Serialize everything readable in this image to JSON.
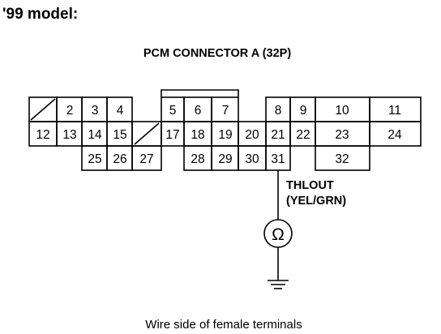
{
  "heading": "'99 model:",
  "connector_title": "PCM CONNECTOR A (32P)",
  "pins": {
    "p2": "2",
    "p3": "3",
    "p4": "4",
    "p5": "5",
    "p6": "6",
    "p7": "7",
    "p8": "8",
    "p9": "9",
    "p10": "10",
    "p11": "11",
    "p12": "12",
    "p13": "13",
    "p14": "14",
    "p15": "15",
    "p17": "17",
    "p18": "18",
    "p19": "19",
    "p20": "20",
    "p21": "21",
    "p22": "22",
    "p23": "23",
    "p24": "24",
    "p25": "25",
    "p26": "26",
    "p27": "27",
    "p28": "28",
    "p29": "29",
    "p30": "30",
    "p31": "31",
    "p32": "32"
  },
  "terminal_label": "THLOUT",
  "wire_color": "(YEL/GRN)",
  "meter_symbol": "Ω",
  "caption": "Wire side of female terminals"
}
